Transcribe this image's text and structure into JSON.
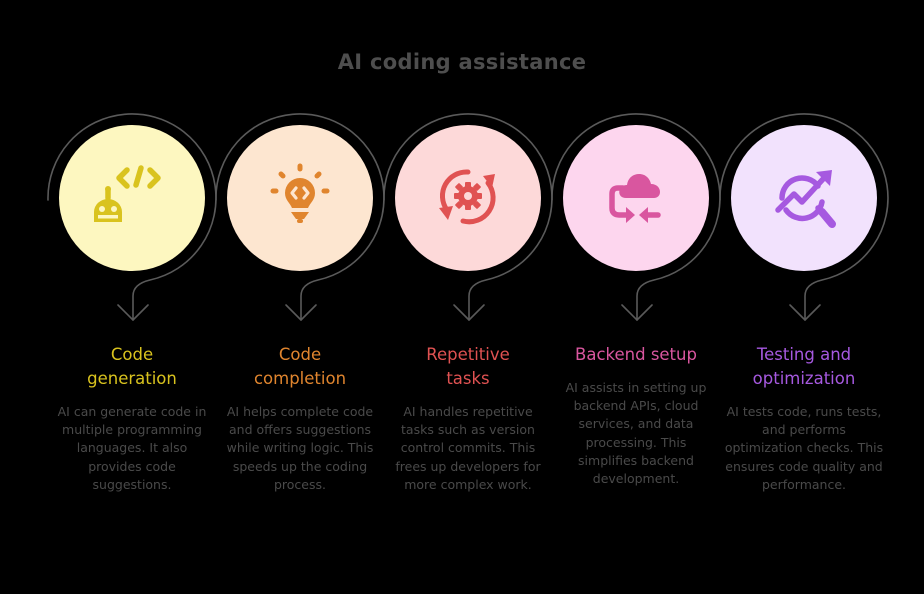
{
  "title": "AI coding assistance",
  "colors": {
    "background": "#000000",
    "ring": "#5a5a5a",
    "title": "#4e4e4e",
    "description": "#4a4a4a"
  },
  "steps": [
    {
      "label": "Code generation",
      "label_lines": [
        "Code",
        "generation"
      ],
      "description": "AI can generate code in multiple programming languages. It also provides code suggestions.",
      "icon": "robot-code-icon",
      "accent": "#d9c31e",
      "fill": "#fdf7c0"
    },
    {
      "label": "Code completion",
      "label_lines": [
        "Code",
        "completion"
      ],
      "description": "AI helps complete code and offers suggestions while writing logic. This speeds up the coding process.",
      "icon": "lightbulb-code-icon",
      "accent": "#e0852e",
      "fill": "#fde6d0"
    },
    {
      "label": "Repetitive tasks",
      "label_lines": [
        "Repetitive",
        "tasks"
      ],
      "description": "AI handles repetitive tasks such as version control commits. This frees up developers for more complex work.",
      "icon": "gear-sync-icon",
      "accent": "#e05252",
      "fill": "#fdd9d9"
    },
    {
      "label": "Backend setup",
      "label_lines": [
        "Backend setup"
      ],
      "description": "AI assists in setting up backend APIs, cloud services, and data processing. This simplifies backend development.",
      "icon": "cloud-sync-icon",
      "accent": "#d9569f",
      "fill": "#fdd6ee"
    },
    {
      "label": "Testing and optimization",
      "label_lines": [
        "Testing and",
        "optimization"
      ],
      "description": "AI tests code, runs tests, and performs optimization checks. This ensures code quality and performance.",
      "icon": "chart-search-icon",
      "accent": "#a659e0",
      "fill": "#f2e2fd"
    }
  ]
}
